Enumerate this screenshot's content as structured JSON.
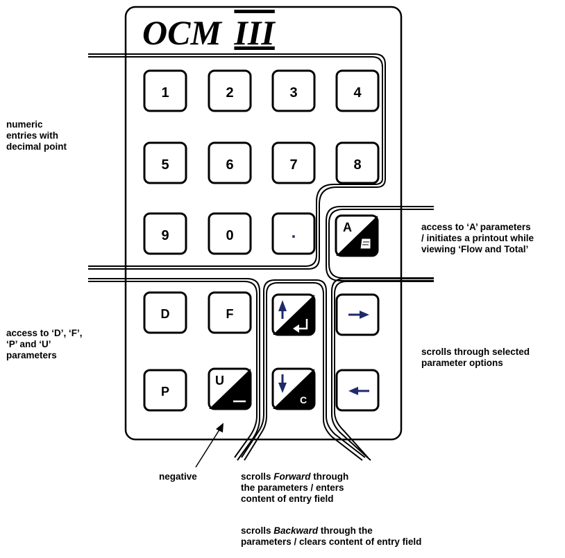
{
  "device": {
    "title_main": "OCM",
    "title_roman": "III"
  },
  "keypad": {
    "numeric": [
      "1",
      "2",
      "3",
      "4",
      "5",
      "6",
      "7",
      "8",
      "9",
      "0",
      "."
    ],
    "letters": [
      "D",
      "F",
      "P"
    ],
    "a_key": "A",
    "u_key": "U",
    "c_key": "C"
  },
  "annotations": {
    "numeric": [
      "numeric",
      "entries with",
      "decimal point"
    ],
    "a_params": [
      "access to ‘A’ parameters",
      "/ initiates a printout while",
      "viewing ‘Flow and Total’"
    ],
    "dfpu": [
      "access to ‘D’, ‘F’,",
      "‘P’ and ‘U’",
      "parameters"
    ],
    "scroll_options": [
      "scrolls through selected",
      "parameter options"
    ],
    "negative": "negative",
    "forward": {
      "pre": "scrolls ",
      "em": "Forward",
      "post": " through",
      "lines": [
        "the parameters / enters",
        "content of entry field"
      ]
    },
    "backward": {
      "pre": "scrolls ",
      "em": "Backward",
      "post": " through the",
      "lines": [
        "parameters / clears content of entry field"
      ]
    }
  },
  "colors": {
    "stroke": "#000000",
    "arrow_navy": "#1f2a6b",
    "background": "#ffffff"
  }
}
